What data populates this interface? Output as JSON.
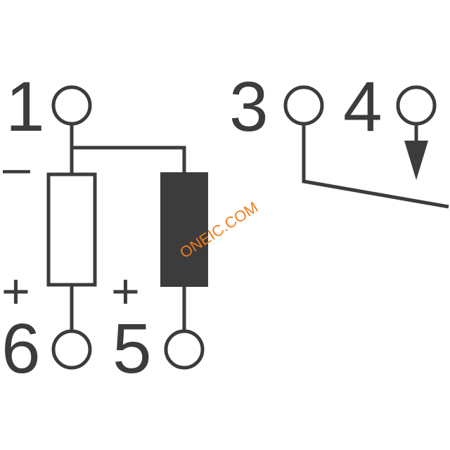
{
  "pins": {
    "p1": "1",
    "p3": "3",
    "p4": "4",
    "p5": "5",
    "p6": "6"
  },
  "polarity": {
    "coil_minus": "–",
    "pin6_plus": "+",
    "pin5_plus": "+"
  },
  "watermark": "ONEIC.COM",
  "colors": {
    "ink": "#3c3c3c",
    "watermark": "#f07c17"
  }
}
